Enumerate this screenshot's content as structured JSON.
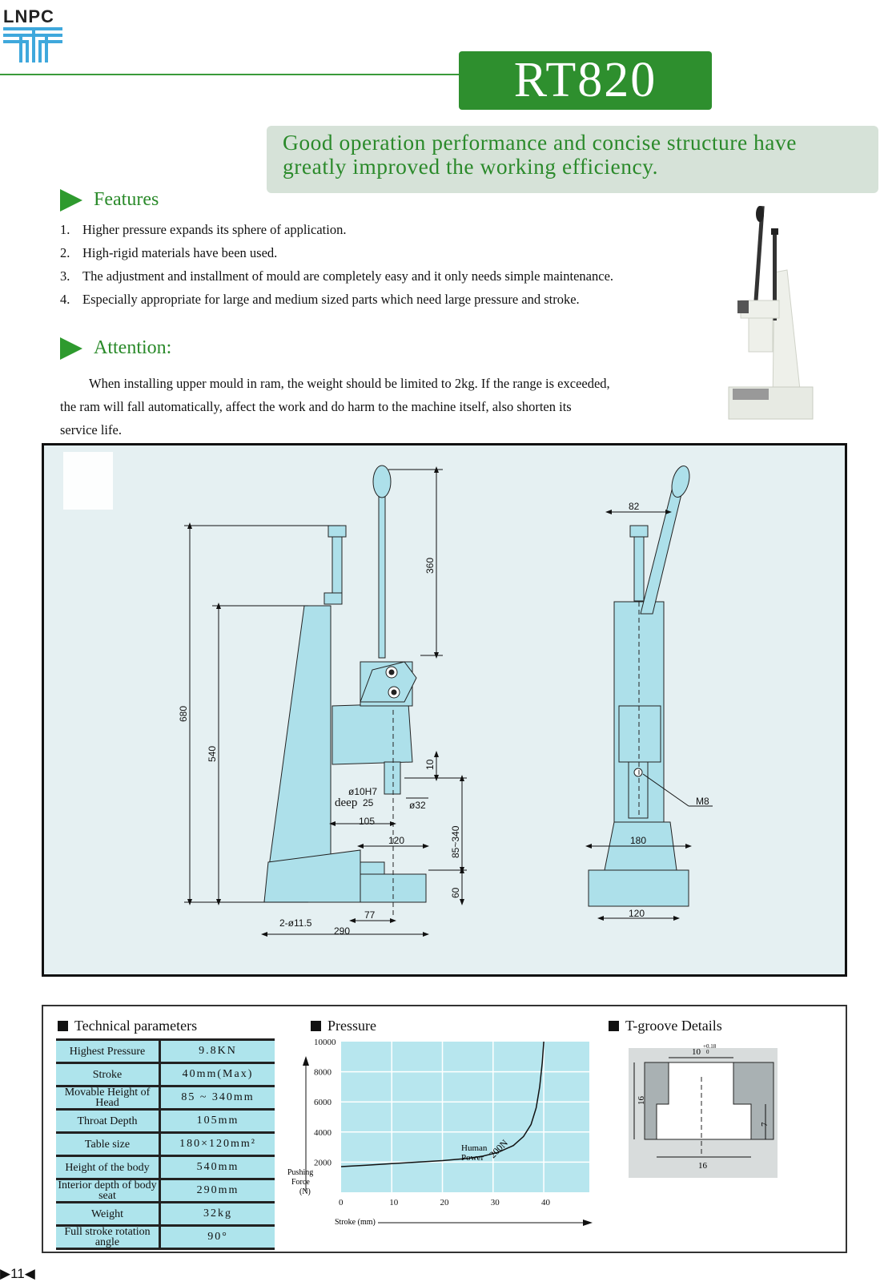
{
  "header": {
    "logo": "LNPC",
    "model": "RT820",
    "tagline_line1": "Good operation performance and concise structure have",
    "tagline_line2": "greatly improved the working efficiency."
  },
  "features": {
    "title": "Features",
    "items": [
      {
        "num": "1.",
        "text": "Higher pressure expands its sphere of application."
      },
      {
        "num": "2.",
        "text": "High-rigid materials have been used."
      },
      {
        "num": "3.",
        "text": "The adjustment and installment of mould are completely easy and  it only needs simple maintenance."
      },
      {
        "num": "4.",
        "text": "Especially appropriate for large and medium sized parts which need large pressure and stroke."
      }
    ]
  },
  "attention": {
    "title": "Attention:",
    "line1": "When installing upper mould in ram, the weight should be limited to 2kg. If the range is exceeded,",
    "line2": "the ram will fall automatically, affect the work and do harm to the machine itself, also shorten its",
    "line3": "service life."
  },
  "drawing": {
    "dims": {
      "d360": "360",
      "d680": "680",
      "d540": "540",
      "d10": "10",
      "bore": "ø10H7",
      "deep": "deep",
      "deep_val": "25",
      "d32": "ø32",
      "d105": "105",
      "d120": "120",
      "d85_340": "85~340",
      "d60": "60",
      "holes": "2-ø11.5",
      "d77": "77",
      "d290": "290",
      "d82": "82",
      "m8": "M8",
      "d180": "180",
      "d120b": "120"
    }
  },
  "tech_params": {
    "title": "Technical parameters",
    "rows": [
      {
        "k": "Highest Pressure",
        "v": "9.8KN"
      },
      {
        "k": "Stroke",
        "v": "40mm(Max)"
      },
      {
        "k": "Movable Height of Head",
        "v": "85 ~ 340mm"
      },
      {
        "k": "Throat Depth",
        "v": "105mm"
      },
      {
        "k": "Table size",
        "v": "180×120mm²"
      },
      {
        "k": "Height of the body",
        "v": "540mm"
      },
      {
        "k": "Interior depth of body seat",
        "v": "290mm"
      },
      {
        "k": "Weight",
        "v": "32kg"
      },
      {
        "k": "Full stroke rotation angle",
        "v": "90°"
      }
    ]
  },
  "pressure_chart": {
    "title": "Pressure",
    "ylabel_line1": "Pushing",
    "ylabel_line2": "Force",
    "ylabel_line3": "(N)",
    "xlabel": "Stroke (mm)",
    "annotation1": "Human",
    "annotation2": "Power",
    "annotation3": "200N"
  },
  "chart_data": {
    "type": "line",
    "title": "Pressure",
    "xlabel": "Stroke (mm)",
    "ylabel": "Pushing Force (N)",
    "xlim": [
      0,
      49
    ],
    "ylim": [
      0,
      10000
    ],
    "x_ticks": [
      "0",
      "10",
      "20",
      "30",
      "40"
    ],
    "y_ticks": [
      "2000",
      "4000",
      "6000",
      "8000",
      "10000"
    ],
    "grid": true,
    "series": [
      {
        "x": [
          0,
          5,
          10,
          15,
          20,
          25,
          28,
          31,
          34,
          36,
          37.5,
          38.5,
          39.2,
          39.7,
          40
        ],
        "y": [
          1700,
          1800,
          1900,
          2000,
          2100,
          2250,
          2400,
          2650,
          3100,
          3700,
          4500,
          5600,
          7000,
          8600,
          10000
        ]
      }
    ]
  },
  "tgroove": {
    "title": "T-groove Details",
    "top_dim": "10",
    "tol": "+0.18",
    "tol0": "0",
    "left_dim": "16",
    "right_dim": "7",
    "bottom_dim": "16"
  },
  "page": {
    "number": "11"
  }
}
